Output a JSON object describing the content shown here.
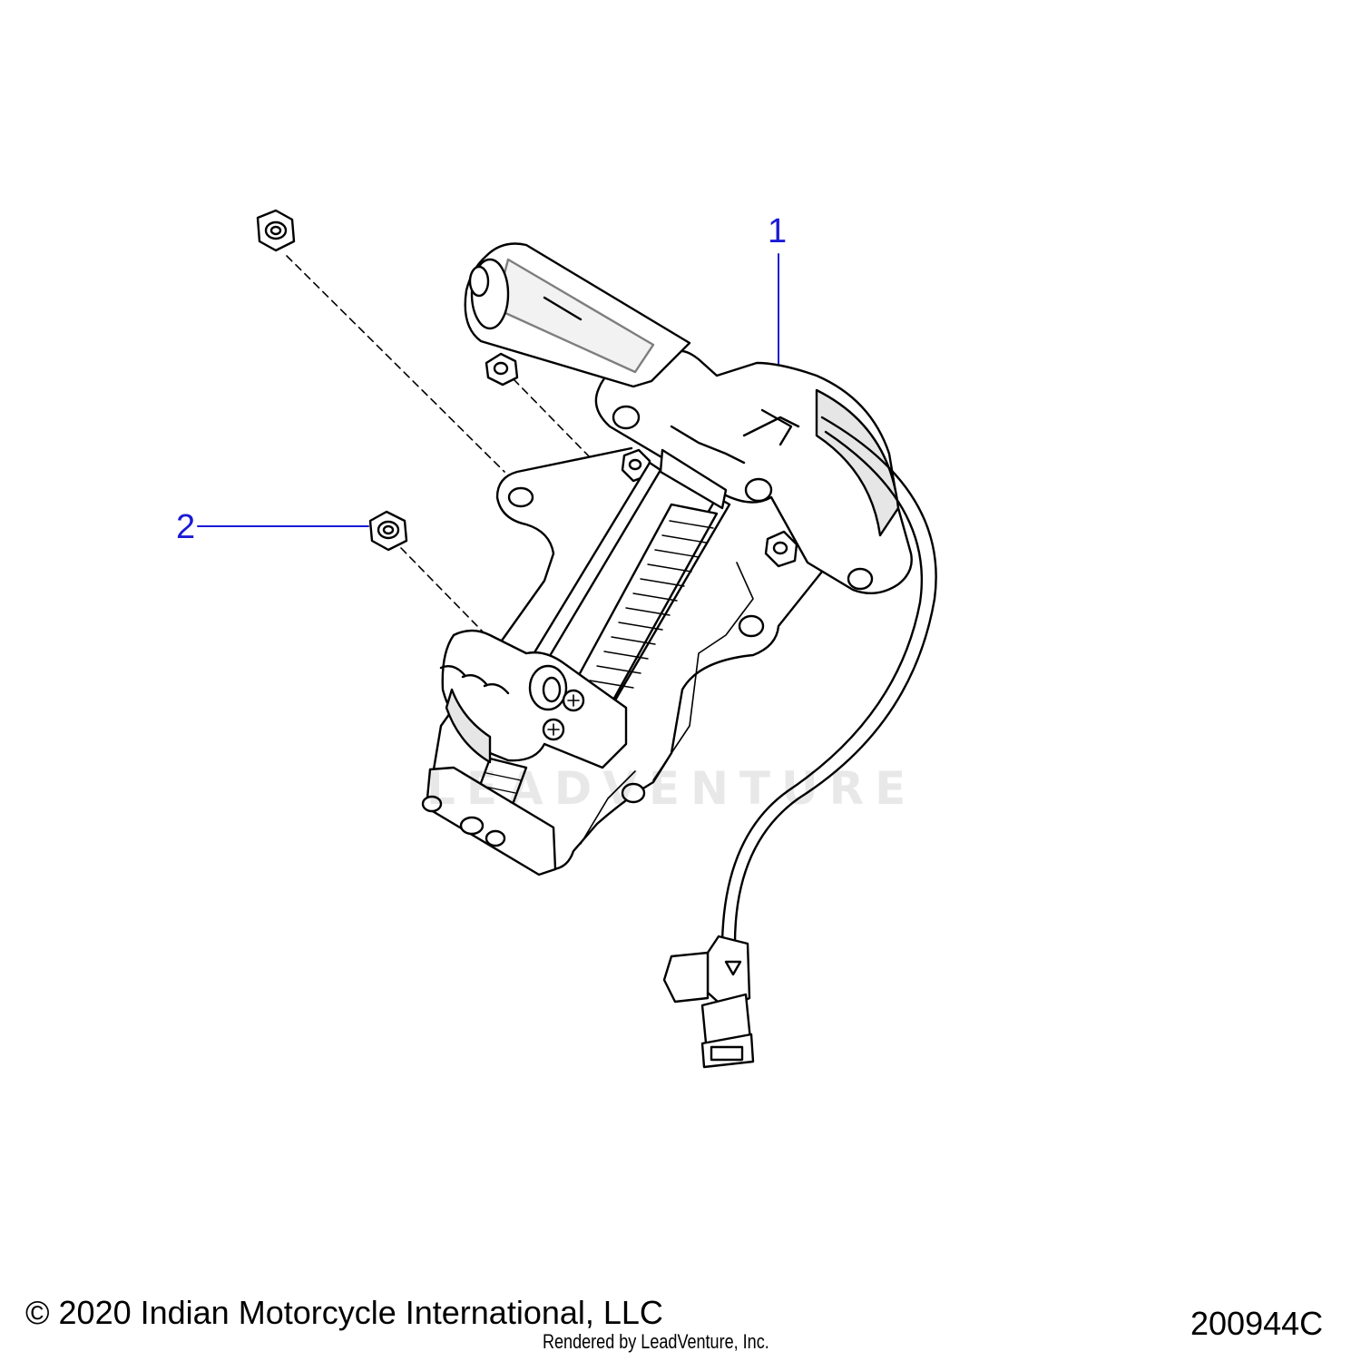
{
  "callouts": [
    {
      "number": "1",
      "part": "actuator-assembly"
    },
    {
      "number": "2",
      "part": "flange-nut"
    }
  ],
  "watermark": "LEADVENTURE",
  "footer": {
    "copyright": "© 2020 Indian Motorcycle International, LLC",
    "rendered_by": "Rendered by LeadVenture, Inc.",
    "figure_number": "200944C"
  },
  "colors": {
    "line": "#000000",
    "callout": "#1a1ad6",
    "part_fill": "#ffffff",
    "shade": "#e6e6e6"
  }
}
